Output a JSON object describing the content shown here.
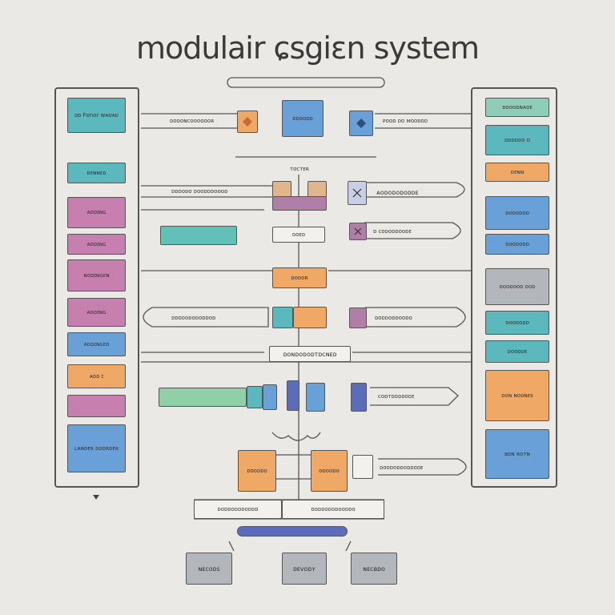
{
  "title": "modulair ɕsgiɛn system",
  "left_panel": [
    {
      "label": "ᴅᴅ Fonor ᴡᴀᴏᴀᴅ",
      "color": "#5bb9bd"
    },
    {
      "label": "ᴅᴇɴɴᴇᴅ",
      "color": "#5bb9bd"
    },
    {
      "label": "ᴀᴅᴅɪɴɢ",
      "color": "#c67fae"
    },
    {
      "label": "ᴀᴅᴅɪɴɢ",
      "color": "#c67fae"
    },
    {
      "label": "ɴᴏᴅɪɴɢᴇɴ",
      "color": "#c67fae"
    },
    {
      "label": "ᴀᴅᴅɪɴɢ",
      "color": "#c67fae"
    },
    {
      "label": "ᴀᴅᴅɪɴɢᴇᴅ",
      "color": "#6aa0d8"
    },
    {
      "label": "ᴀᴅᴅ ɪ",
      "color": "#f0a866"
    },
    {
      "label": "",
      "color": "#c67fae"
    },
    {
      "label": "ʟᴀɴᴅᴇʀ ᴅᴏᴏʀᴅᴇʀ",
      "color": "#6aa0d8"
    }
  ],
  "right_panel": [
    {
      "label": "ᴅᴏᴏᴏᴅɴᴀᴏᴇ",
      "color": "#8fcdb9"
    },
    {
      "label": "ᴅᴅᴅᴅᴅᴏ ᴅ",
      "color": "#5bb9bd"
    },
    {
      "label": "ᴅᴇɴɴ",
      "color": "#f0a866"
    },
    {
      "label": "ᴅᴏᴅᴏᴅᴏᴅ",
      "color": "#6aa0d8"
    },
    {
      "label": "ᴅᴏᴏᴅᴏᴅᴅ",
      "color": "#6aa0d8"
    },
    {
      "label": "ᴅᴏᴏᴅᴏᴏᴅ ᴅᴏᴅ",
      "color": "#b3b6bb"
    },
    {
      "label": "ᴅᴏᴏᴅᴏᴅᴅ",
      "color": "#5bb9bd"
    },
    {
      "label": "ᴅᴏᴏᴏᴅᴇ",
      "color": "#5bb9bd"
    },
    {
      "label": "ᴅᴏɴ ɴᴏᴅɴᴇs",
      "color": "#f0a866"
    },
    {
      "label": "ʙᴅɴ ʀᴏᴛɴ",
      "color": "#6aa0d8"
    }
  ],
  "center": {
    "r1_left": "ᴅᴏᴏᴏɴᴄᴏᴏᴏᴏᴏᴏʀ",
    "r1_mid": "ᴅᴅᴅᴏᴅᴅ",
    "r1_right": "ᴘᴏᴏᴅ ᴅᴏ ᴍᴏᴏᴅᴅᴅ",
    "r2_label": "ᴛᴏᴄᴛᴇʀ",
    "r3_left": "ᴅᴅᴅᴏᴅᴏ ᴅᴏᴏᴅᴅᴅᴏᴏᴏᴅ",
    "r3_right": "ᴀᴏᴅᴏᴅᴏᴅᴏᴅᴅᴇ",
    "r4_mid": "ᴅᴏᴇᴅ",
    "r4_right": "ᴅ ᴄᴏᴅᴏᴅᴅᴏᴏᴅᴇ",
    "r5_mid": "ᴅᴏᴅᴏʀ",
    "r6_left": "ᴅᴅᴅᴅᴏᴅᴏᴅᴏᴅᴅᴏᴅ",
    "r6_right": "ᴅᴏᴅᴅᴏᴅᴅᴏᴏᴅᴏ",
    "r7_mid": "ᴅᴏɴᴅᴏᴅᴏᴅᴛᴅᴄɴᴇᴅ",
    "r8_right": "ᴄᴏᴅᴛᴅᴏᴅᴅᴏᴅᴇ",
    "r9_left": "ᴅᴅᴅᴏᴅᴏ",
    "r9_mid": "ᴏᴅᴅᴏᴅᴏ",
    "r9_right": "ᴅᴏᴏᴅᴏᴅᴅᴏᴅᴅᴏᴅᴇ",
    "r10_left": "ᴅᴏᴅᴅᴏᴅᴏᴅᴏᴅᴅᴅ",
    "r10_right": "ᴅᴏᴅᴅᴏᴅᴏᴅᴏᴏᴅᴅᴏ",
    "bottom_left": "ɴᴇᴄᴏᴅs",
    "bottom_mid": "ᴅᴇᴠᴏᴅʏ",
    "bottom_right": "ɴᴇᴄʙᴅᴏ"
  }
}
